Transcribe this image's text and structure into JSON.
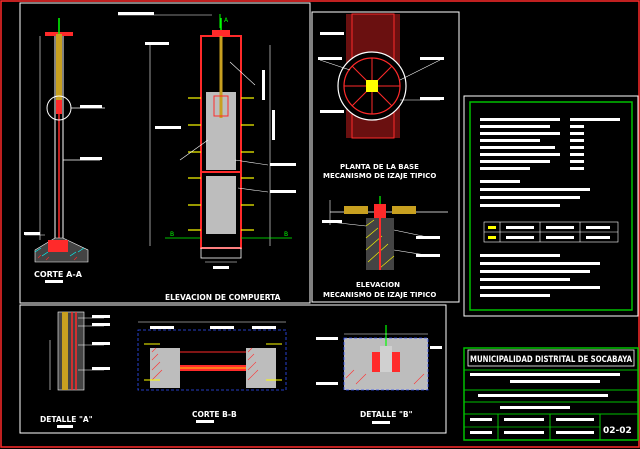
{
  "views": {
    "corte_aa": "CORTE A-A",
    "elevacion_compuerta": "ELEVACION DE COMPUERTA",
    "planta_base_line1": "PLANTA DE LA BASE",
    "planta_base_line2": "MECANISMO DE IZAJE TIPICO",
    "elevacion_line1": "ELEVACION",
    "elevacion_line2": "MECANISMO DE IZAJE TIPICO",
    "detalle_a": "DETALLE \"A\"",
    "corte_bb": "CORTE B-B",
    "detalle_b": "DETALLE \"B\""
  },
  "section_marks": {
    "a": "A",
    "b": "B"
  },
  "title_block": {
    "org": "MUNICIPALIDAD DISTRITAL DE SOCABAYA",
    "sheet_no": "02-02"
  },
  "colors": {
    "background": "#000000",
    "outline": "#ffffff",
    "concrete": "#bdbdbd",
    "rebar": "#ffff00",
    "steel": "#ff2a2a",
    "accent_green": "#00c000",
    "dims": "#00ffff",
    "hatch": "#ff3030"
  }
}
